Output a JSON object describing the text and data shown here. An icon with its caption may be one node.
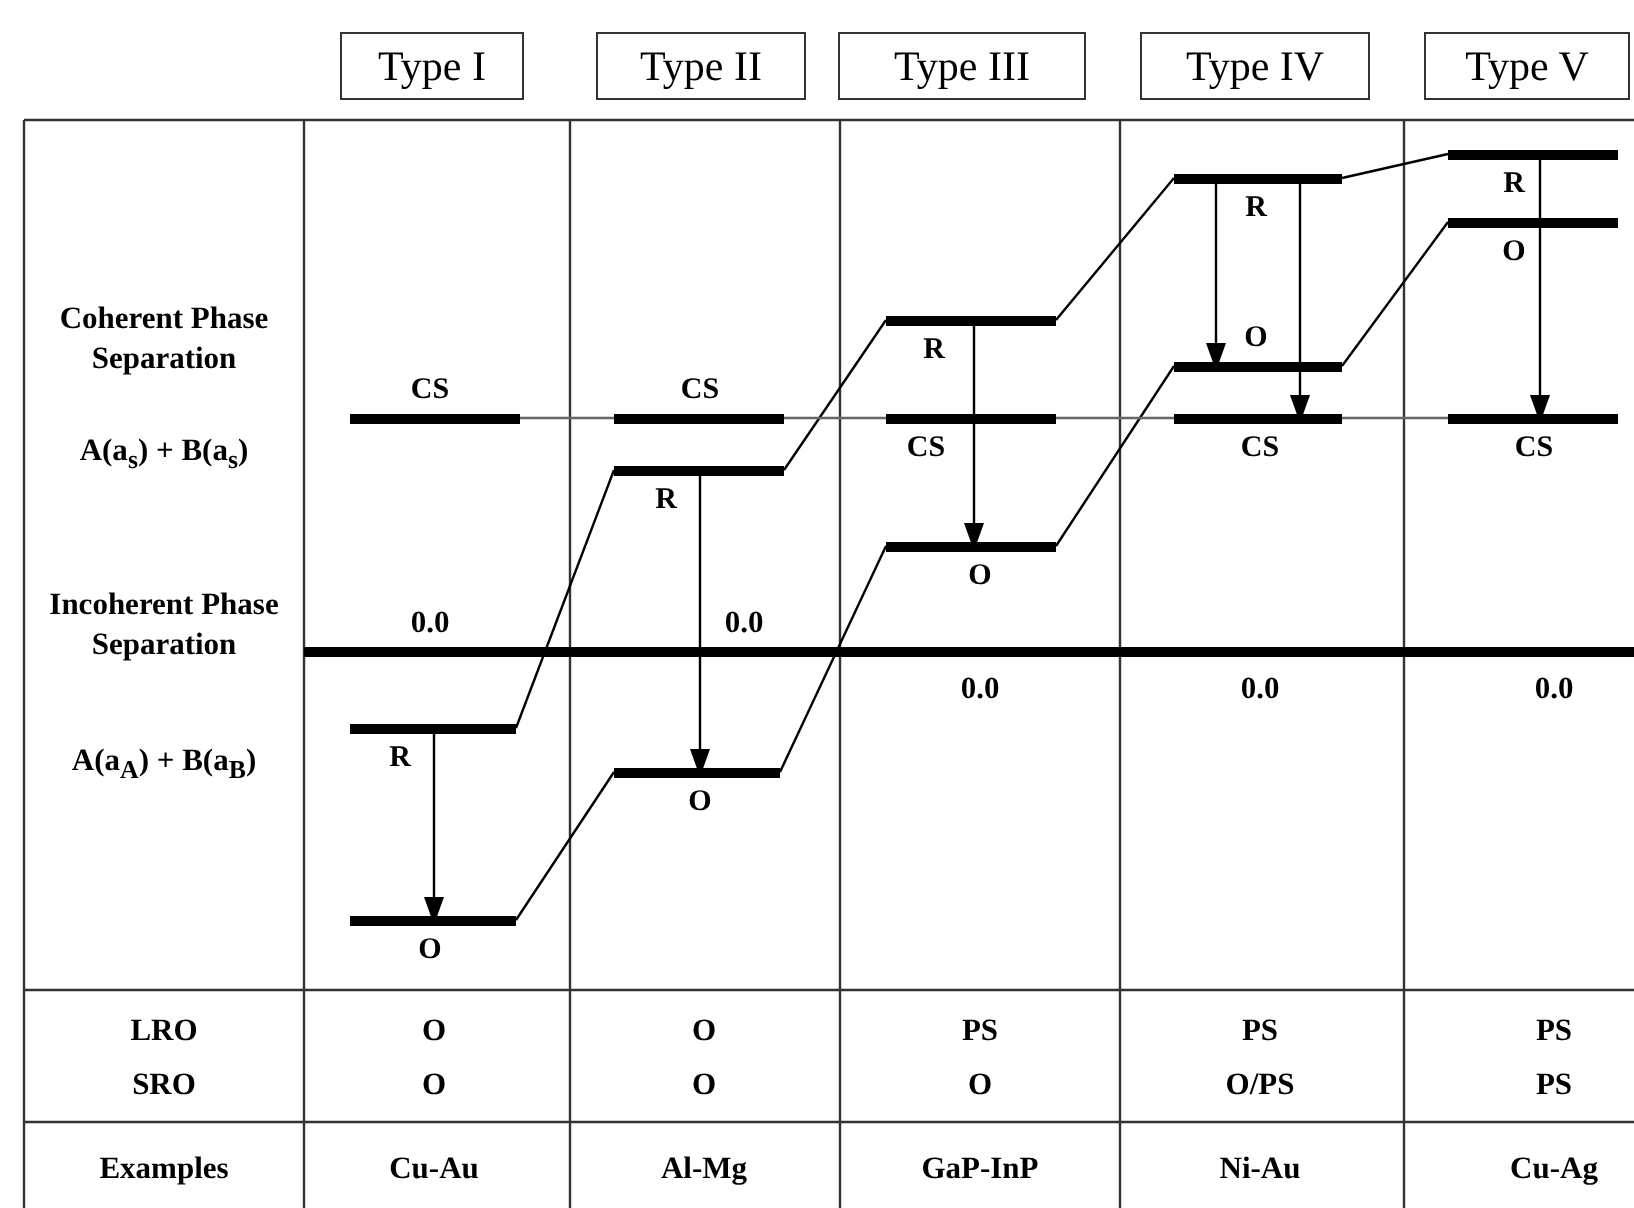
{
  "diagram": {
    "nodes": [
      {
        "text": [
          "Type I"
        ]
      },
      {
        "text": [
          "Type II"
        ]
      },
      {
        "text": [
          "Type III"
        ]
      },
      {
        "text": [
          "Type IV"
        ]
      },
      {
        "text": [
          "Type V"
        ]
      },
      {
        "text": [
          "CS"
        ]
      },
      {
        "text": [
          "R"
        ]
      },
      {
        "text": [
          "O"
        ]
      },
      {
        "text": [
          "CS"
        ]
      },
      {
        "text": [
          "R"
        ]
      },
      {
        "text": [
          "O"
        ]
      },
      {
        "text": [
          "R"
        ]
      },
      {
        "text": [
          "CS"
        ]
      },
      {
        "text": [
          "O"
        ]
      },
      {
        "text": [
          "R"
        ]
      },
      {
        "text": [
          "O"
        ]
      },
      {
        "text": [
          "CS"
        ]
      },
      {
        "text": [
          "R"
        ]
      },
      {
        "text": [
          "O"
        ]
      },
      {
        "text": [
          "CS"
        ]
      }
    ],
    "edges": [
      {
        "from": 6,
        "to": 7,
        "arrow": "to"
      },
      {
        "from": 9,
        "to": 10,
        "arrow": "to"
      },
      {
        "from": 11,
        "to": 13,
        "arrow": "to"
      },
      {
        "from": 14,
        "to": 15,
        "arrow": "to"
      },
      {
        "from": 14,
        "to": 16,
        "arrow": "to"
      },
      {
        "from": 17,
        "to": 19,
        "arrow": "to"
      },
      {
        "from": 6,
        "to": 9,
        "arrow": "none"
      },
      {
        "from": 9,
        "to": 11,
        "arrow": "none"
      },
      {
        "from": 11,
        "to": 14,
        "arrow": "none"
      },
      {
        "from": 14,
        "to": 17,
        "arrow": "none"
      },
      {
        "from": 7,
        "to": 10,
        "arrow": "none"
      },
      {
        "from": 10,
        "to": 13,
        "arrow": "none"
      },
      {
        "from": 13,
        "to": 15,
        "arrow": "none"
      },
      {
        "from": 15,
        "to": 18,
        "arrow": "none"
      },
      {
        "from": 5,
        "to": 8,
        "arrow": "none",
        "color": "#666666"
      },
      {
        "from": 8,
        "to": 12,
        "arrow": "none",
        "color": "#666666"
      },
      {
        "from": 12,
        "to": 16,
        "arrow": "none",
        "color": "#666666"
      },
      {
        "from": 16,
        "to": 19,
        "arrow": "none",
        "color": "#666666"
      }
    ],
    "labels": [
      "Coherent Phase Separation",
      "A(a$_{s}$) + B(a$_{s}$)",
      "Incoherent Phase Separation",
      "A(a$_{A}$) + B(a$_{B}$)",
      "0.0",
      "0.0",
      "0.0",
      "0.0",
      "0.0",
      "LRO",
      "O",
      "O",
      "PS",
      "PS",
      "PS",
      "SRO",
      "O",
      "O",
      "O",
      "O/PS",
      "PS",
      "Examples",
      "Cu-Au",
      "Al-Mg",
      "GaP-InP",
      "Ni-Au",
      "Cu-Ag"
    ]
  }
}
